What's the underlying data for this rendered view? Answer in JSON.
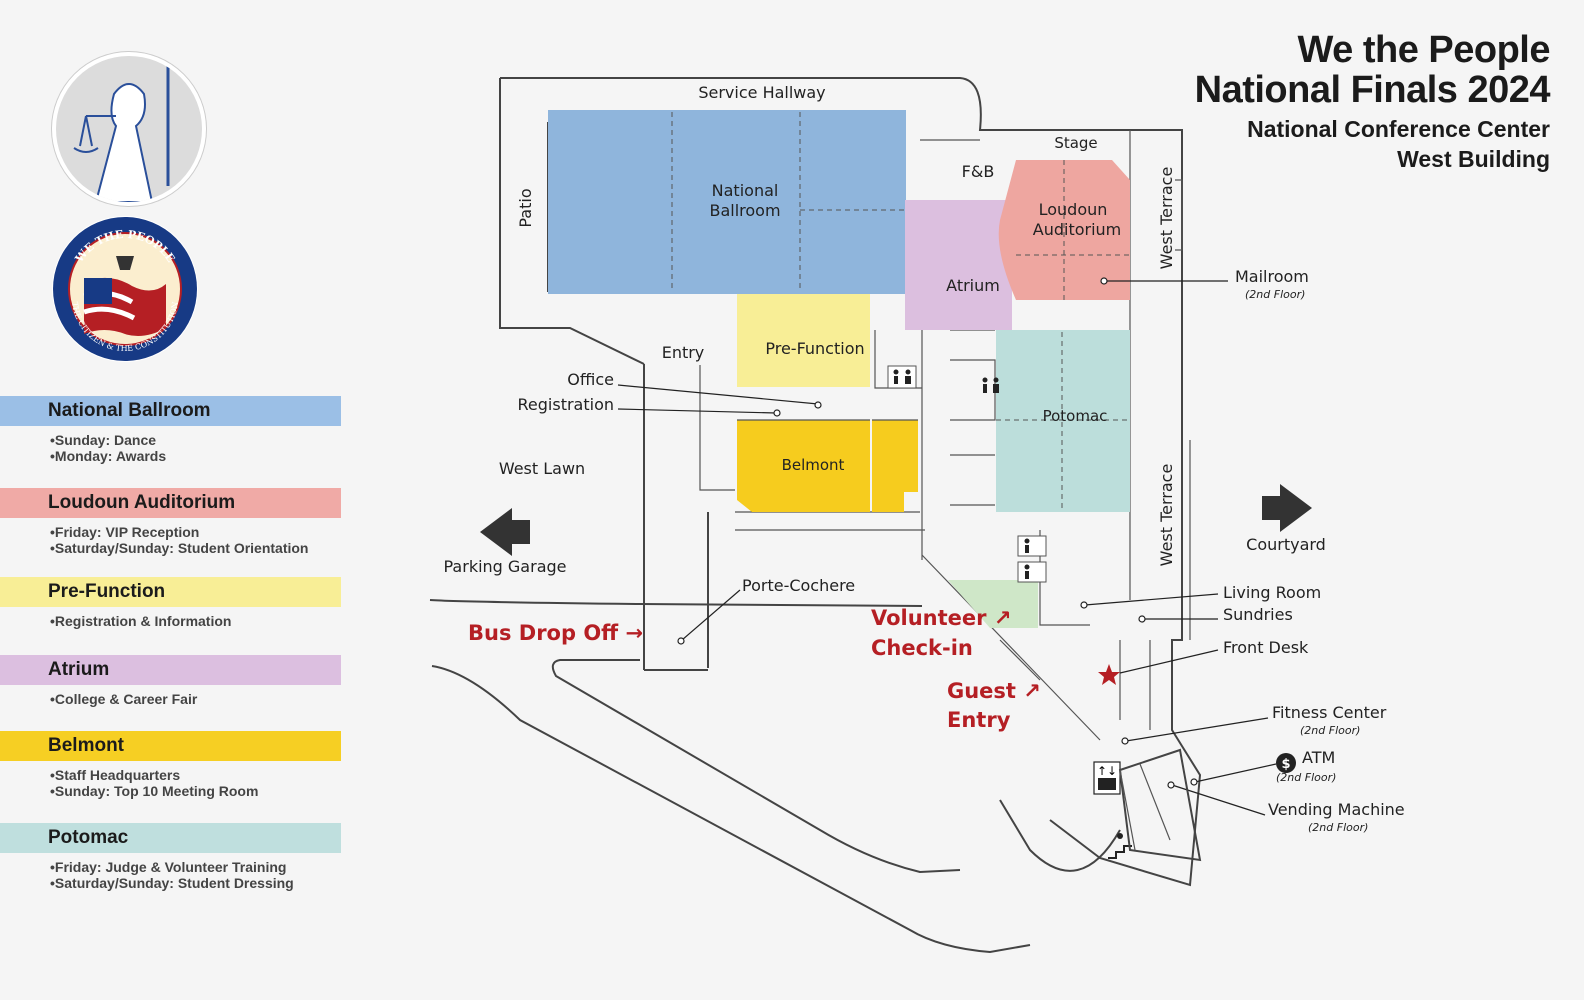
{
  "title": {
    "line1": "We the People",
    "line2": "National Finals 2024",
    "line3": "National Conference Center",
    "line4": "West Building"
  },
  "logos": {
    "justice_seal": "lady-justice-seal",
    "wtp_seal_top": "WE THE PEOPLE",
    "wtp_seal_bottom": "THE CITIZEN & THE CONSTITUTION"
  },
  "legend": [
    {
      "name": "National Ballroom",
      "color": "#9bbfe6",
      "items": [
        "Sunday: Dance",
        "Monday: Awards"
      ]
    },
    {
      "name": "Loudoun Auditorium",
      "color": "#f0aaa6",
      "items": [
        "Friday: VIP Reception",
        "Saturday/Sunday: Student Orientation"
      ]
    },
    {
      "name": "Pre-Function",
      "color": "#f8ee96",
      "items": [
        "Registration & Information"
      ]
    },
    {
      "name": "Atrium",
      "color": "#dcbfe0",
      "items": [
        "College & Career Fair"
      ]
    },
    {
      "name": "Belmont",
      "color": "#f6cf23",
      "items": [
        "Staff Headquarters",
        "Sunday: Top 10 Meeting Room"
      ]
    },
    {
      "name": "Potomac",
      "color": "#bfdfde",
      "items": [
        "Friday: Judge & Volunteer Training",
        "Saturday/Sunday: Student Dressing"
      ]
    }
  ],
  "map": {
    "rooms": {
      "national_ballroom_1": "National",
      "national_ballroom_2": "Ballroom",
      "loudoun_1": "Loudoun",
      "loudoun_2": "Auditorium",
      "atrium": "Atrium",
      "prefunction": "Pre-Function",
      "belmont": "Belmont",
      "potomac": "Potomac",
      "fb": "F&B",
      "stage": "Stage"
    },
    "labels": {
      "service_hallway": "Service Hallway",
      "patio": "Patio",
      "west_terrace_top": "West Terrace",
      "west_terrace_bottom": "West Terrace",
      "entry": "Entry",
      "office": "Office",
      "registration": "Registration",
      "west_lawn": "West Lawn",
      "parking_garage": "Parking Garage",
      "porte_cochere": "Porte-Cochere",
      "courtyard": "Courtyard",
      "mailroom": "Mailroom",
      "mailroom_floor": "(2nd Floor)",
      "living_room": "Living Room",
      "sundries": "Sundries",
      "front_desk": "Front Desk",
      "fitness_center": "Fitness Center",
      "fitness_floor": "(2nd Floor)",
      "atm": "ATM",
      "atm_floor": "(2nd Floor)",
      "vending": "Vending Machine",
      "vending_floor": "(2nd Floor)",
      "bus_drop_off": "Bus Drop Off →",
      "volunteer_1": "Volunteer ↗",
      "volunteer_2": "Check-in",
      "guest_1": "Guest ↗",
      "guest_2": "Entry",
      "elevator_icon": "↑↓"
    },
    "colors": {
      "ballroom": "#8fb5dc",
      "loudoun": "#eea6a0",
      "prefunction": "#f8ee96",
      "atrium": "#dcbfdf",
      "belmont": "#f6cc1e",
      "potomac": "#bcdedb",
      "checkin": "#cfe7c8",
      "accent_red": "#b51f24"
    }
  }
}
